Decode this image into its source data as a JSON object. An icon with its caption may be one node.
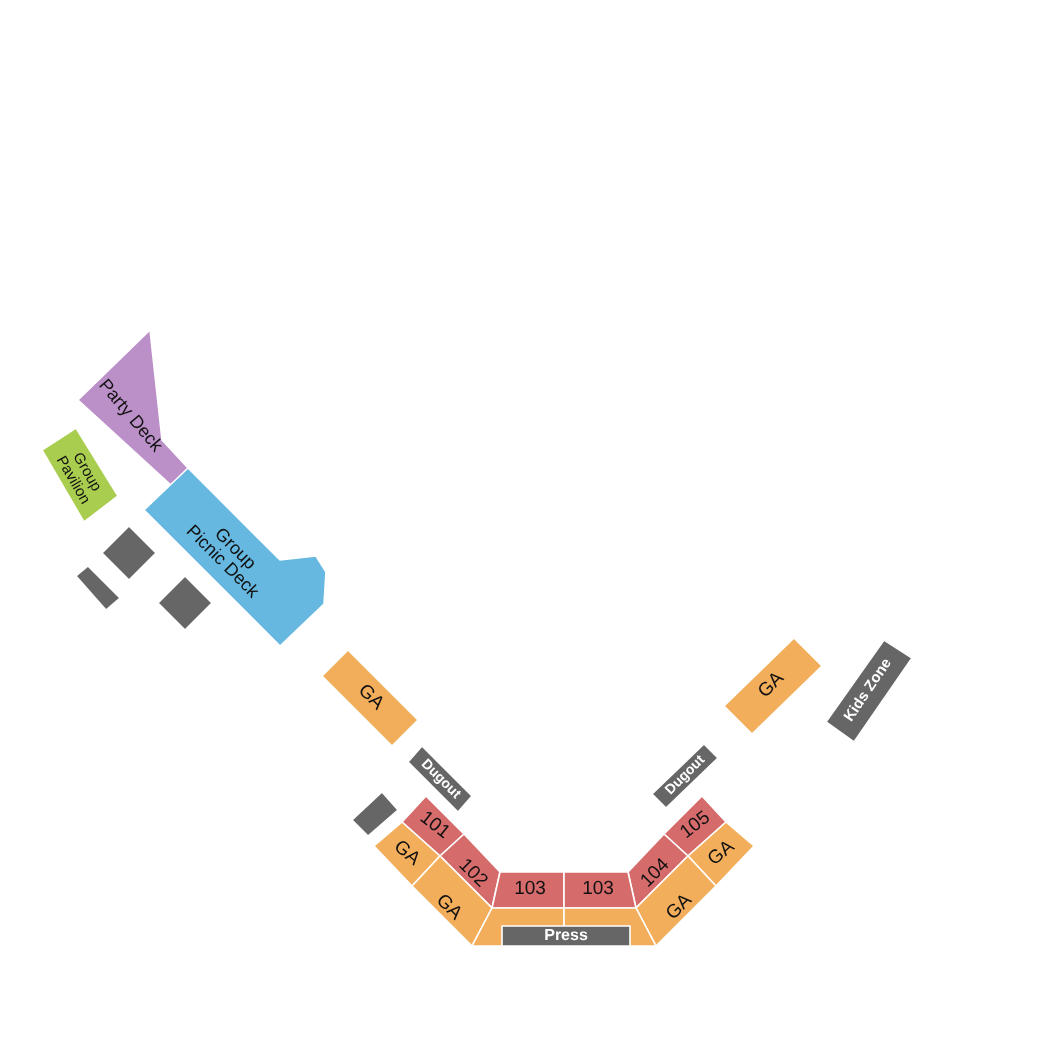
{
  "diagram": {
    "nodes": [
      {
        "text": [
          "Party Deck"
        ]
      },
      {
        "text": [
          "Group Pavilion"
        ]
      },
      {
        "text": [
          "Group Picnic Deck"
        ]
      },
      {
        "text": [],
        "shape": "diamond"
      },
      {
        "text": [],
        "shape": "box"
      },
      {
        "text": [],
        "shape": "diamond"
      },
      {
        "text": [
          "GA"
        ]
      },
      {
        "text": [
          "GA"
        ]
      },
      {
        "text": [
          "Kids Zone"
        ]
      },
      {
        "text": [
          "Dugout"
        ]
      },
      {
        "text": [
          "Dugout"
        ]
      },
      {
        "text": [],
        "shape": "box"
      },
      {
        "text": [
          "101"
        ]
      },
      {
        "text": [
          "105"
        ]
      },
      {
        "text": [
          "GA"
        ]
      },
      {
        "text": [
          "102"
        ]
      },
      {
        "text": [
          "104"
        ]
      },
      {
        "text": [
          "GA"
        ]
      },
      {
        "text": [
          "103"
        ]
      },
      {
        "text": [
          "103"
        ]
      },
      {
        "text": [
          "GA"
        ]
      },
      {
        "text": [
          "GA"
        ]
      },
      {
        "text": [],
        "shape": "box"
      },
      {
        "text": [],
        "shape": "box"
      },
      {
        "text": [
          "Press"
        ]
      }
    ]
  }
}
